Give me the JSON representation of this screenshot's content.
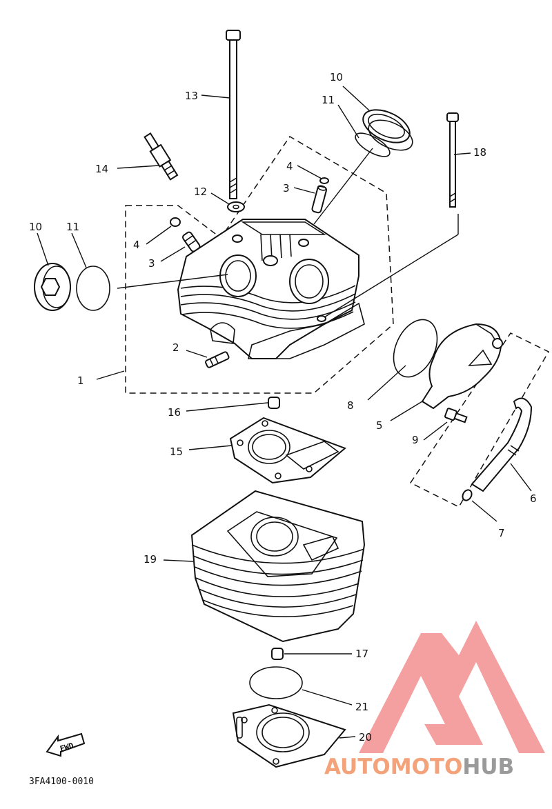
{
  "diagram": {
    "callouts": [
      {
        "id": "1",
        "label": "1"
      },
      {
        "id": "2",
        "label": "2"
      },
      {
        "id": "3a",
        "label": "3"
      },
      {
        "id": "3b",
        "label": "3"
      },
      {
        "id": "4a",
        "label": "4"
      },
      {
        "id": "4b",
        "label": "4"
      },
      {
        "id": "5",
        "label": "5"
      },
      {
        "id": "6",
        "label": "6"
      },
      {
        "id": "7",
        "label": "7"
      },
      {
        "id": "8",
        "label": "8"
      },
      {
        "id": "9",
        "label": "9"
      },
      {
        "id": "10a",
        "label": "10"
      },
      {
        "id": "10b",
        "label": "10"
      },
      {
        "id": "11a",
        "label": "11"
      },
      {
        "id": "11b",
        "label": "11"
      },
      {
        "id": "12",
        "label": "12"
      },
      {
        "id": "13",
        "label": "13"
      },
      {
        "id": "14",
        "label": "14"
      },
      {
        "id": "15",
        "label": "15"
      },
      {
        "id": "16",
        "label": "16"
      },
      {
        "id": "17",
        "label": "17"
      },
      {
        "id": "18",
        "label": "18"
      },
      {
        "id": "19",
        "label": "19"
      },
      {
        "id": "20",
        "label": "20"
      },
      {
        "id": "21",
        "label": "21"
      }
    ],
    "fwd_label": "FWD",
    "drawing_code": "3FA4100-0010"
  },
  "watermark": {
    "part1": "AUTOMOTO",
    "part2": "HUB",
    "color_primary": "#f3a27a",
    "color_secondary": "#9a9a9a",
    "logo_color": "#f07c7c"
  }
}
